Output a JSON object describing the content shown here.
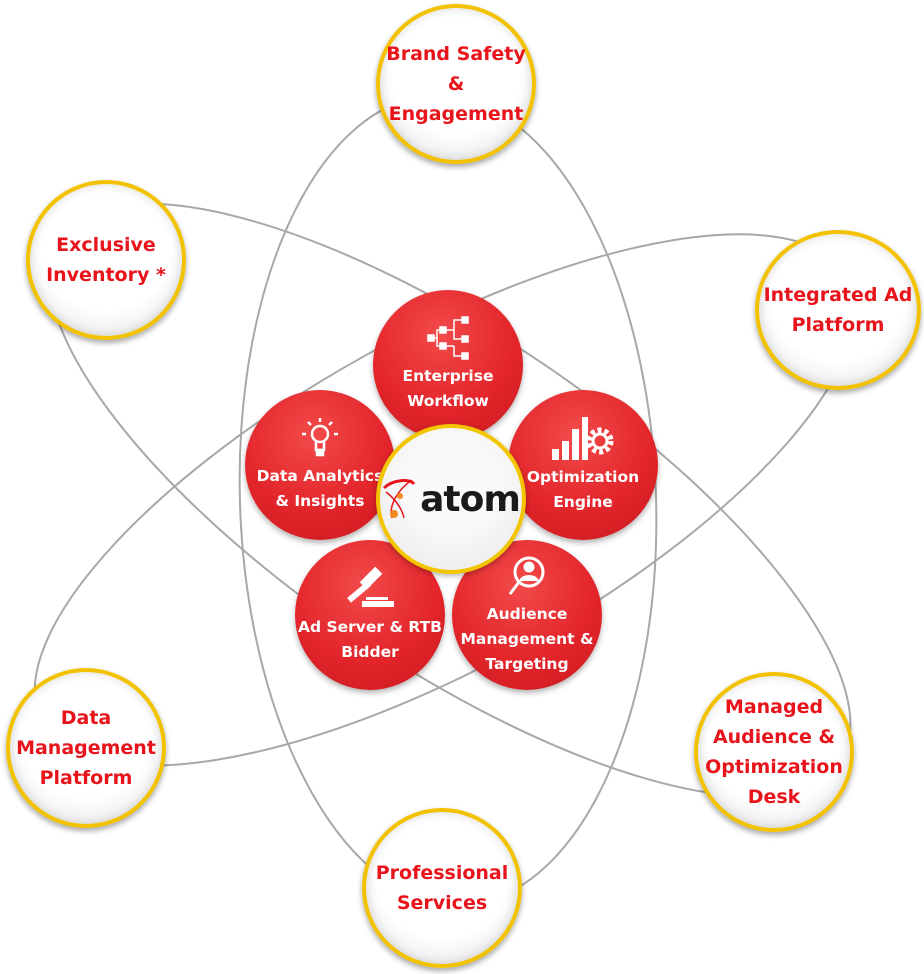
{
  "center": {
    "logo_text": "atom"
  },
  "outer_nodes": [
    {
      "label": "Brand Safety\n&\nEngagement"
    },
    {
      "label": "Exclusive\nInventory *"
    },
    {
      "label": "Integrated Ad\nPlatform"
    },
    {
      "label": "Data\nManagement\nPlatform"
    },
    {
      "label": "Managed\nAudience &\nOptimization\nDesk"
    },
    {
      "label": "Professional\nServices"
    }
  ],
  "inner_nodes": [
    {
      "label": "Enterprise\nWorkflow",
      "icon": "hierarchy-icon"
    },
    {
      "label": "Data Analytics\n& Insights",
      "icon": "lightbulb-icon"
    },
    {
      "label": "Optimization\nEngine",
      "icon": "chart-gear-icon"
    },
    {
      "label": "Ad Server & RTB\nBidder",
      "icon": "gavel-icon"
    },
    {
      "label": "Audience\nManagement &\nTargeting",
      "icon": "user-search-icon"
    }
  ],
  "colors": {
    "accent": "#e8141b",
    "ring": "#f2c200",
    "orbit": "#a8a8a8"
  }
}
